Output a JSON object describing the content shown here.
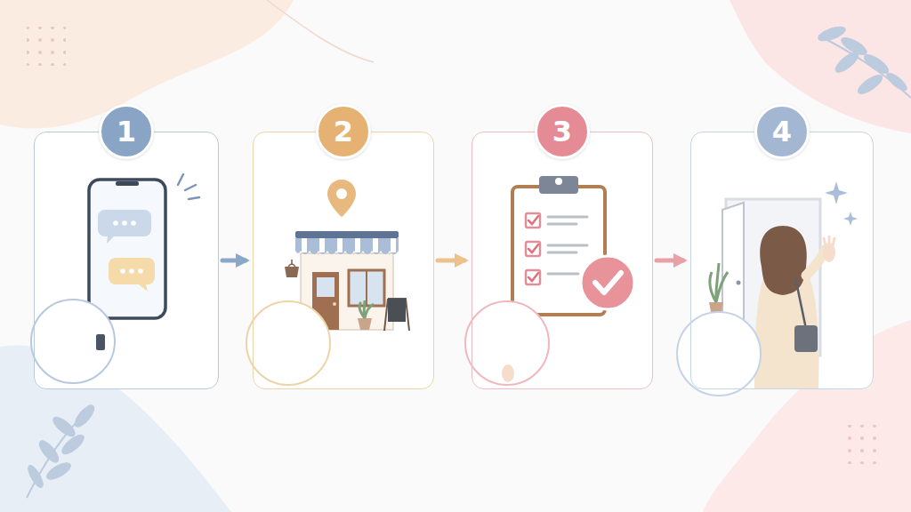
{
  "diagram": {
    "nodes": [
      {
        "text": [
          "1"
        ]
      },
      {
        "text": [
          "2"
        ]
      },
      {
        "text": [
          "3"
        ]
      },
      {
        "text": [
          "4"
        ]
      }
    ],
    "edges": [
      {
        "from": 0,
        "to": 1,
        "arrow": "to"
      },
      {
        "from": 1,
        "to": 2,
        "arrow": "to"
      },
      {
        "from": 2,
        "to": 3,
        "arrow": "to"
      }
    ]
  }
}
